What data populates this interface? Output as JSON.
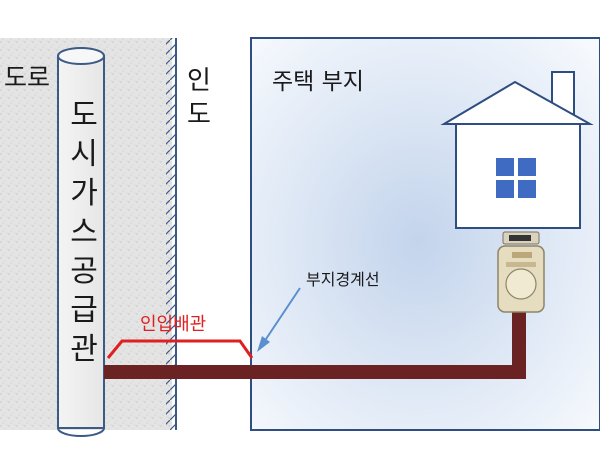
{
  "labels": {
    "road": "도로",
    "sidewalk": "인도",
    "property": "주택 부지",
    "city_gas_main": "도시가스공급관",
    "service_pipe": "인입배관",
    "property_boundary": "부지경계선"
  },
  "colors": {
    "pipe": "#6b2222",
    "service_bracket": "#e02020",
    "property_border": "#2e4d80",
    "arrow": "#5b8fd0",
    "house_window": "#3f6bc2",
    "main_pipe_outline": "#3b5a86"
  },
  "icons": [
    "house-icon",
    "gas-meter-icon",
    "boundary-arrow-icon"
  ]
}
